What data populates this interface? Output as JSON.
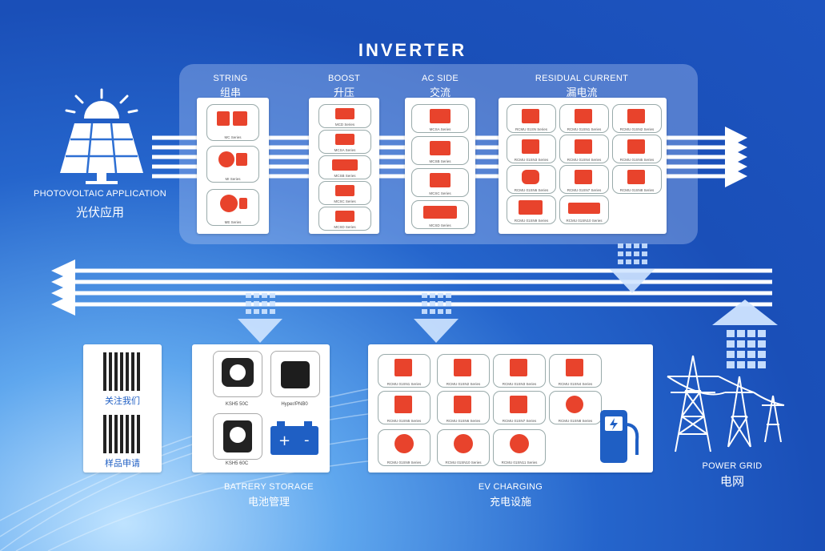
{
  "title": "INVERTER",
  "photovoltaic": {
    "en": "PHOTOVOLTAIC APPLICATION",
    "cn": "光伏应用"
  },
  "power_grid": {
    "en": "POWER GRID",
    "cn": "电网"
  },
  "sections": [
    {
      "en": "STRING",
      "cn": "组串",
      "items": [
        "MC Series",
        "MI Series",
        "ME Series"
      ]
    },
    {
      "en": "BOOST",
      "cn": "升压",
      "items": [
        "MCD Series",
        "MCSA Series",
        "MCSB Series",
        "MCSC Series",
        "MCSD Series"
      ]
    },
    {
      "en": "AC SIDE",
      "cn": "交流",
      "items": [
        "MCSA Series",
        "MCSB Series",
        "MCSC Series",
        "MCSD Series"
      ]
    },
    {
      "en": "RESIDUAL CURRENT",
      "cn": "漏电流",
      "items": [
        "RCMU 01SN Series",
        "RCMU 01SN1 Series",
        "RCMU 01SN2 Series",
        "RCMU 01SN3 Series",
        "RCMU 01SN4 Series",
        "RCMU 01SN5 Series",
        "RCMU 01SN6 Series",
        "RCMU 01SN7 Series",
        "RCMU 01SN8 Series",
        "RCMU 01SN9 Series",
        "RCMU 01SN10 Series"
      ]
    }
  ],
  "battery": {
    "en": "BATRERY STORAGE",
    "cn": "电池管理",
    "items": [
      "KSH5 50C",
      "Hyper/PNB0",
      "KSH5 60C"
    ]
  },
  "ev": {
    "en": "EV CHARGING",
    "cn": "充电设施",
    "items": [
      "RCMU 01SN1 Series",
      "RCMU 01SN2 Series",
      "RCMU 01SN3 Series",
      "RCMU 01SN4 Series",
      "RCMU 01SN5 Series",
      "RCMU 01SN6 Series",
      "RCMU 01SN7 Series",
      "RCMU 01SN8 Series",
      "RCMU 01SN9 Series",
      "RCMU 01SN10 Series",
      "RCMU 01SN11 Series"
    ]
  },
  "qr": {
    "follow": "关注我们",
    "sample": "样品申请"
  },
  "colors": {
    "product_red": "#e8432c",
    "bg_blue": "#1a4fb8",
    "panel": "#bcd0f2"
  },
  "icons": [
    "solar-panel-icon",
    "transmission-tower-icon",
    "battery-icon",
    "ev-charger-icon"
  ]
}
